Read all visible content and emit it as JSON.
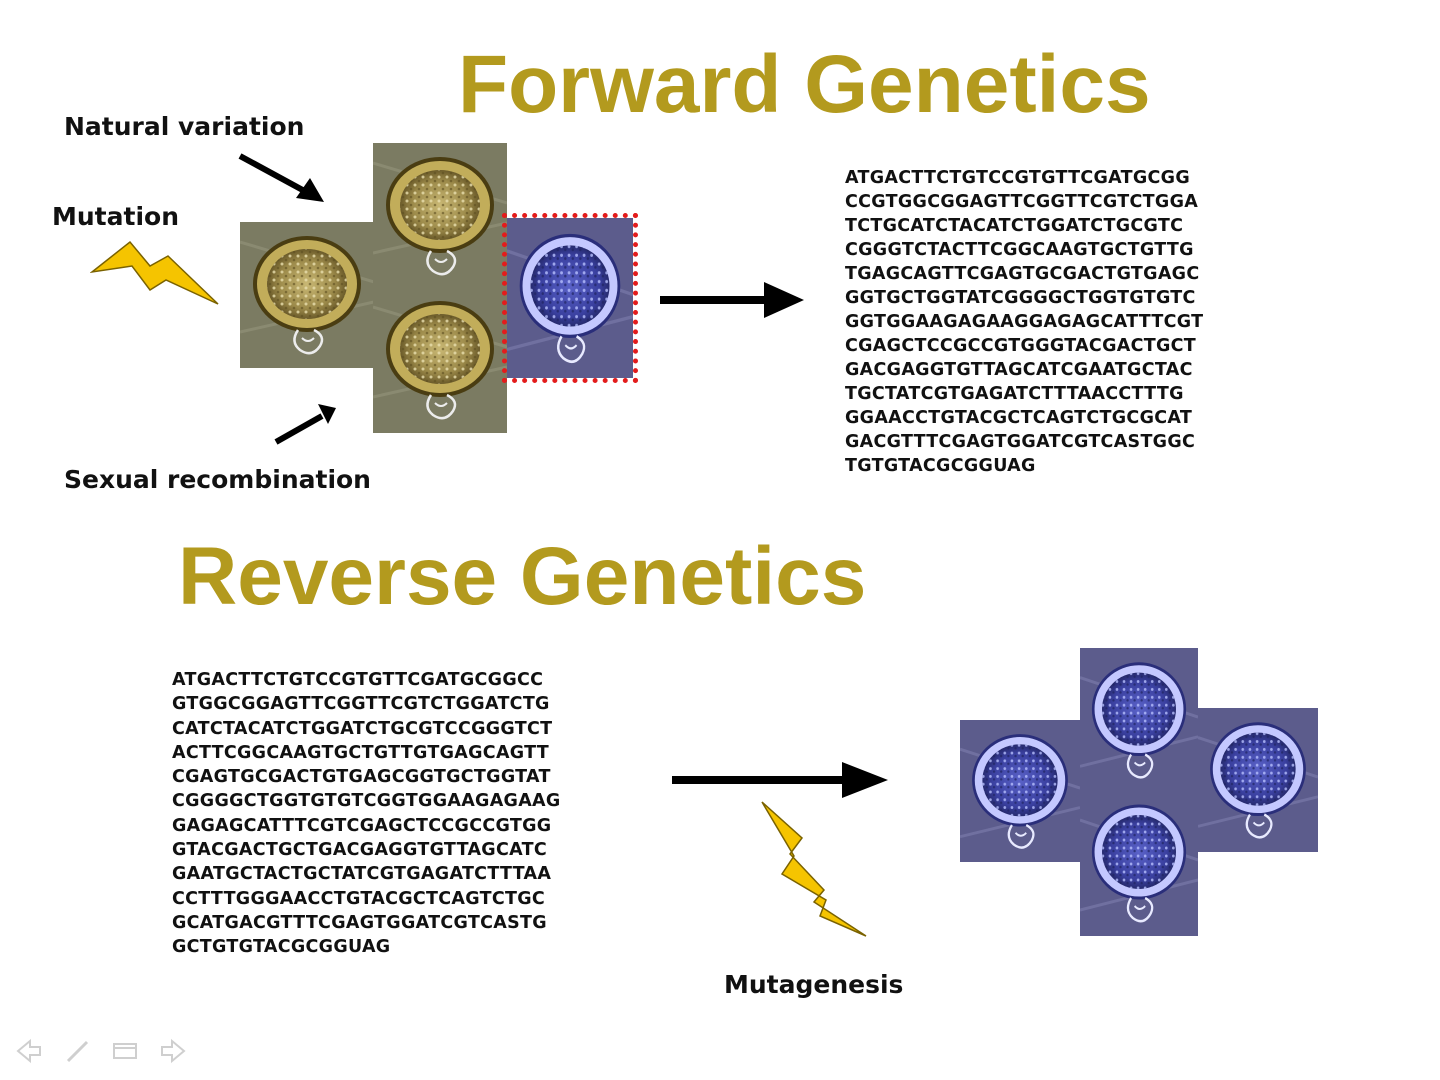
{
  "colors": {
    "title": "#b39a1e",
    "bolt": "#f5c400",
    "highlight": "#e31c1c",
    "wildtype_bg": "#76765e",
    "mutant_bg": "#5a5a8e"
  },
  "forward": {
    "title": "Forward Genetics",
    "labels": {
      "natural_variation": "Natural variation",
      "mutation": "Mutation",
      "sexual_recombination": "Sexual recombination"
    },
    "sequence": [
      "ATGACTTCTGTCCGTGTTCGATGCGG",
      "CCGTGGCGGAGTTCGGTTCGTCTGGA",
      "TCTGCATCTACATCTGGATCTGCGTC",
      "CGGGTCTACTTCGGCAAGTGCTGTTG",
      "TGAGCAGTTCGAGTGCGACTGTGAGC",
      "GGTGCTGGTATCGGGGCTGGTGTGTC",
      "GGTGGAAGAGAAGGAGAGCATTTCGT",
      "CGAGCTCCGCCGTGGGTACGACTGCT",
      "GACGAGGTGTTAGCATCGAATGCTAC",
      "TGCTATCGTGAGATCTTTAACCTTTG",
      "GGAACCTGTACGCTCAGTCTGCGCAT",
      "GACGTTTCGAGTGGATCGTCASTGGC",
      "TGTGTACGCGGUAG"
    ]
  },
  "reverse": {
    "title": "Reverse Genetics",
    "labels": {
      "mutagenesis": "Mutagenesis"
    },
    "sequence": [
      "ATGACTTCTGTCCGTGTTCGATGCGGCC",
      "GTGGCGGAGTTCGGTTCGTCTGGATCTG",
      "CATCTACATCTGGATCTGCGTCCGGGTCT",
      "ACTTCGGCAAGTGCTGTTGTGAGCAGTT",
      "CGAGTGCGACTGTGAGCGGTGCTGGTAT",
      "CGGGGCTGGTGTGTCGGTGGAAGAGAAG",
      "GAGAGCATTTCGTCGAGCTCCGCCGTGG",
      "GTACGACTGCTGACGAGGTGTTAGCATC",
      "GAATGCTACTGCTATCGTGAGATCTTTAA",
      "CCTTTGGGAACCTGTACGCTCAGTCTGC",
      "GCATGACGTTTCGAGTGGATCGTCASTG",
      "GCTGTGTACGCGGUAG"
    ]
  },
  "nav": {
    "icons": [
      "prev-arrow-icon",
      "pen-icon",
      "slide-menu-icon",
      "next-arrow-icon"
    ]
  }
}
